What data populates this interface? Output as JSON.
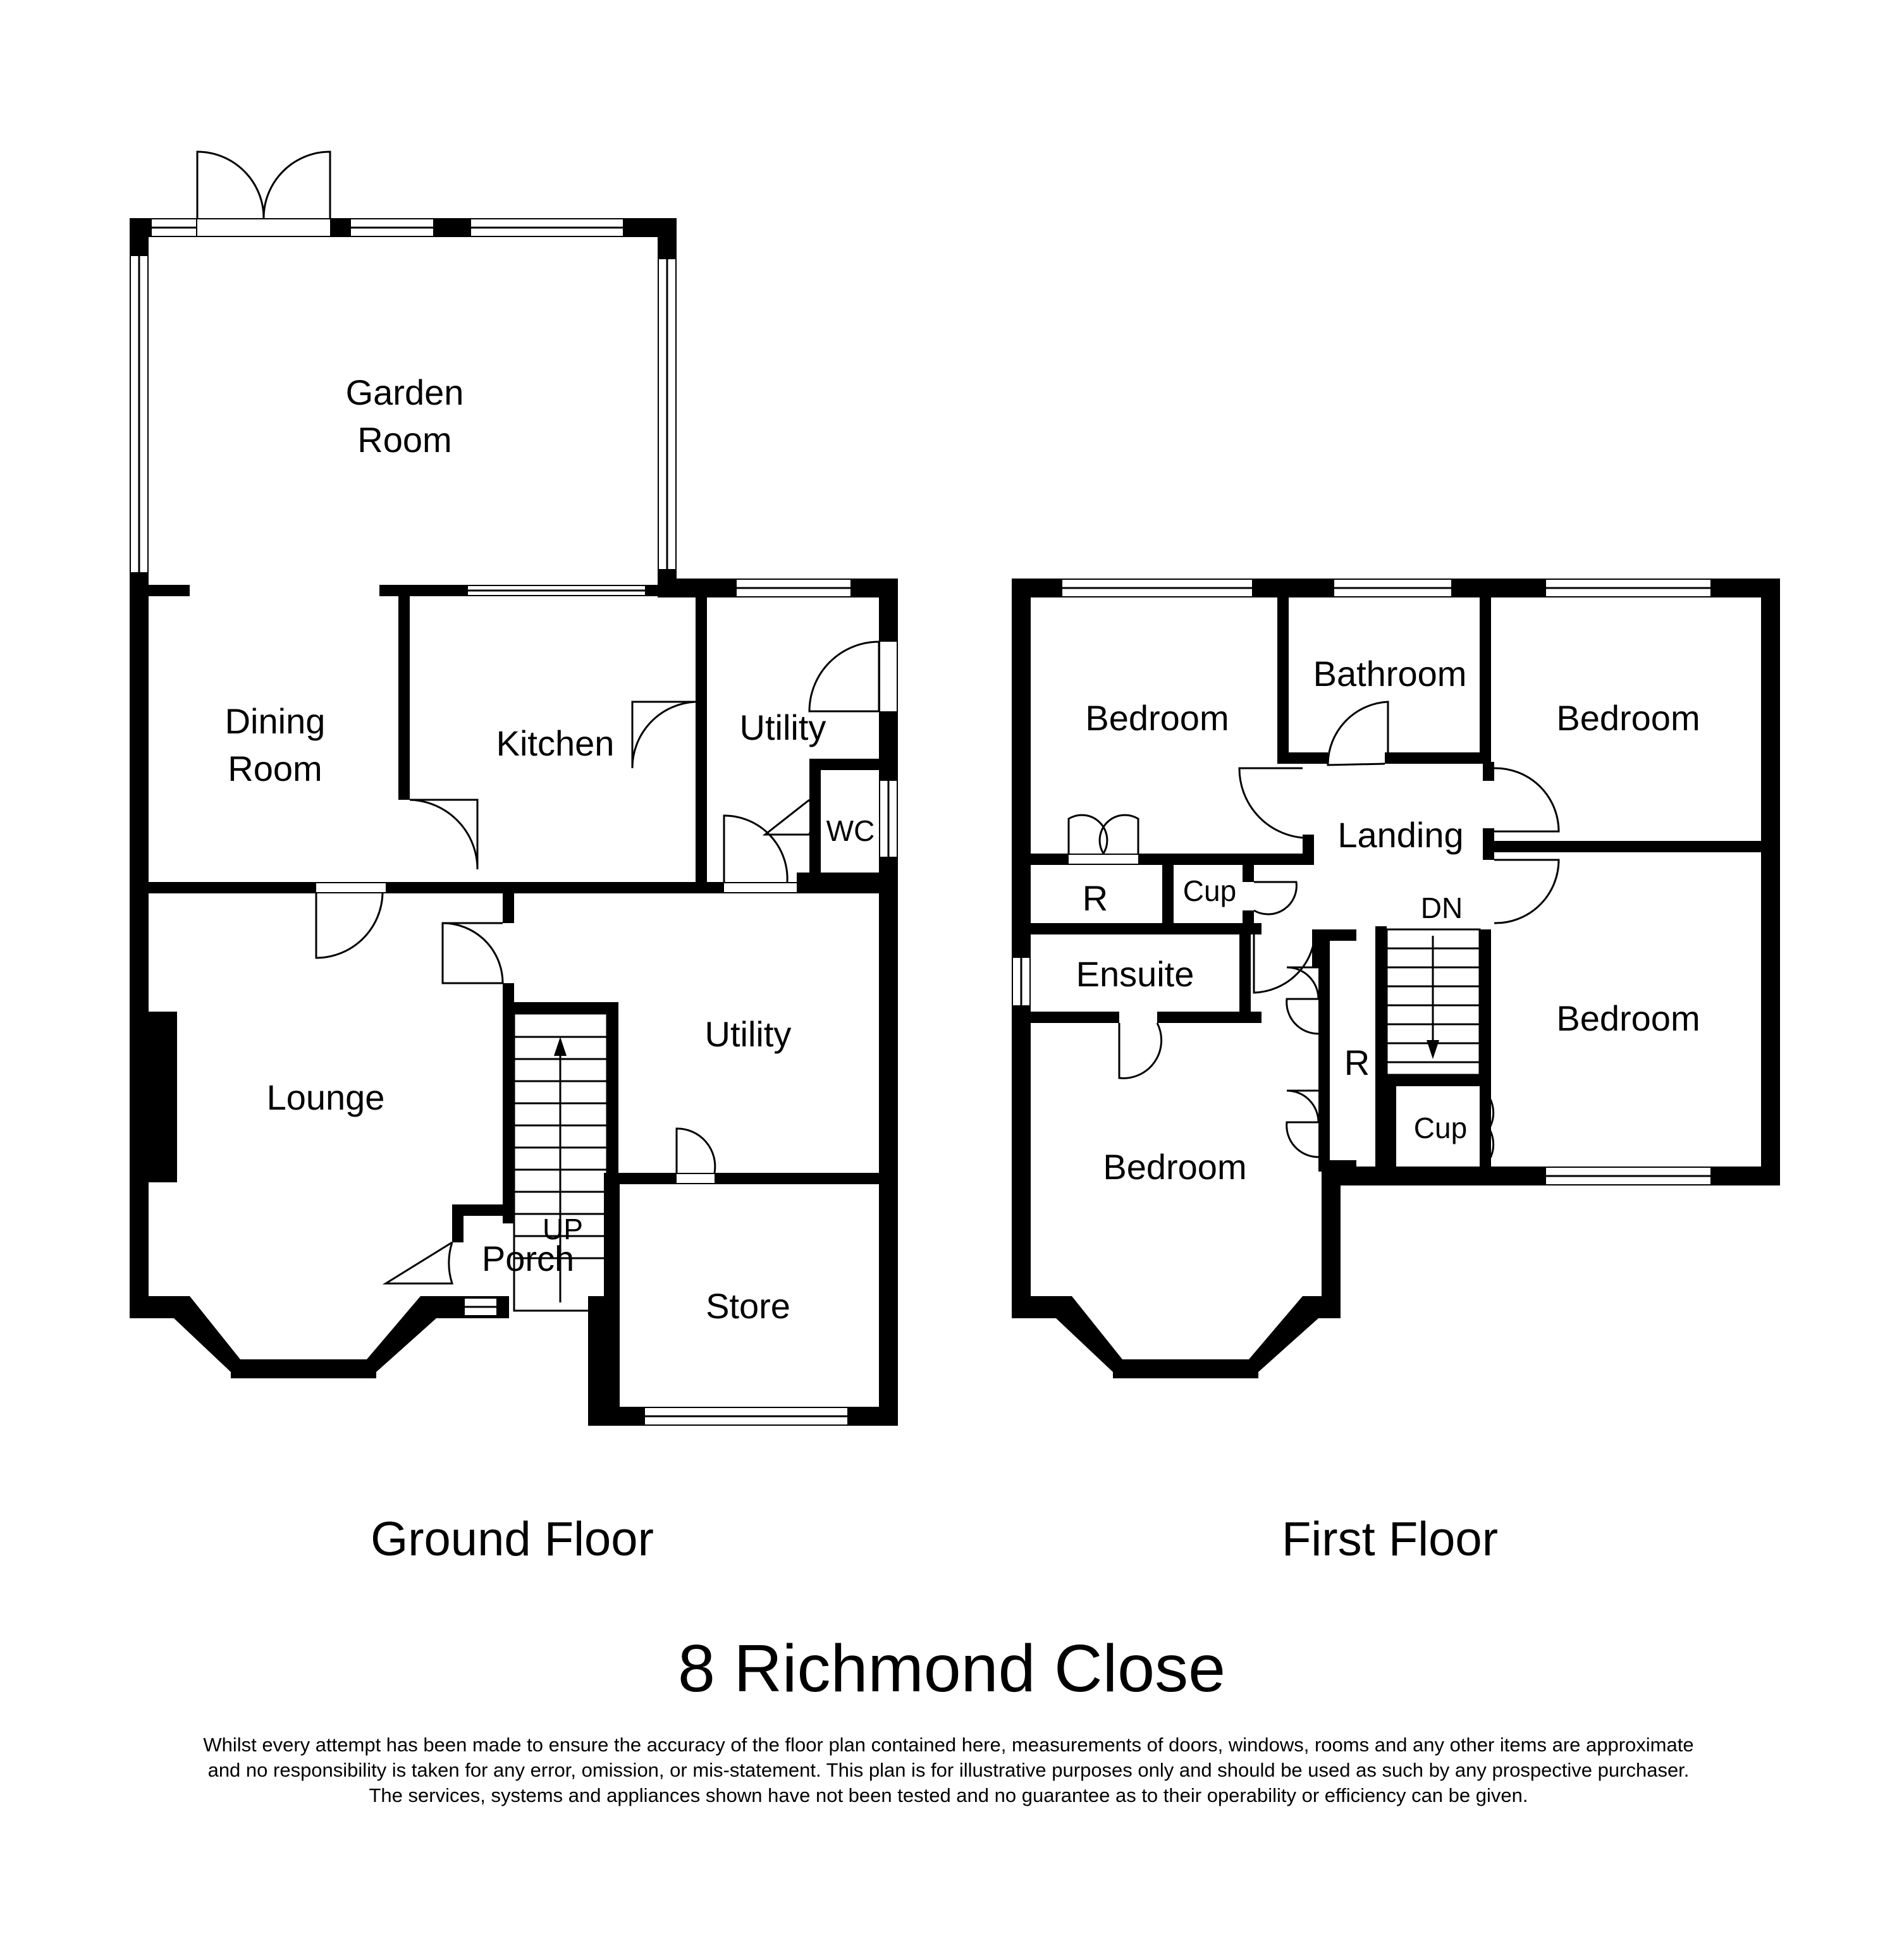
{
  "ground_floor": {
    "title": "Ground Floor",
    "rooms": {
      "garden_room": [
        "Garden",
        "Room"
      ],
      "dining_room": [
        "Dining",
        "Room"
      ],
      "kitchen": "Kitchen",
      "utility_top": "Utility",
      "wc": "WC",
      "lounge": "Lounge",
      "utility_main": "Utility",
      "porch": "Porch",
      "store": "Store"
    },
    "stair_label": "UP"
  },
  "first_floor": {
    "title": "First Floor",
    "rooms": {
      "bedroom_nw": "Bedroom",
      "bathroom": "Bathroom",
      "bedroom_ne": "Bedroom",
      "landing": "Landing",
      "robe_left": "R",
      "cup_left": "Cup",
      "ensuite": "Ensuite",
      "robe_mid": "R",
      "bedroom_e": "Bedroom",
      "cup_right": "Cup",
      "bedroom_sw": "Bedroom"
    },
    "stair_label": "DN"
  },
  "address": "8 Richmond Close",
  "disclaimer": [
    "Whilst every attempt has been made to ensure the accuracy of the floor plan contained here, measurements of doors, windows, rooms and any other items are approximate",
    "and no responsibility is taken for any error, omission, or mis-statement. This plan is for illustrative purposes only and should be used as such by any prospective purchaser.",
    "The services, systems and appliances shown have not been tested and no guarantee as to their operability or efficiency can be given."
  ]
}
